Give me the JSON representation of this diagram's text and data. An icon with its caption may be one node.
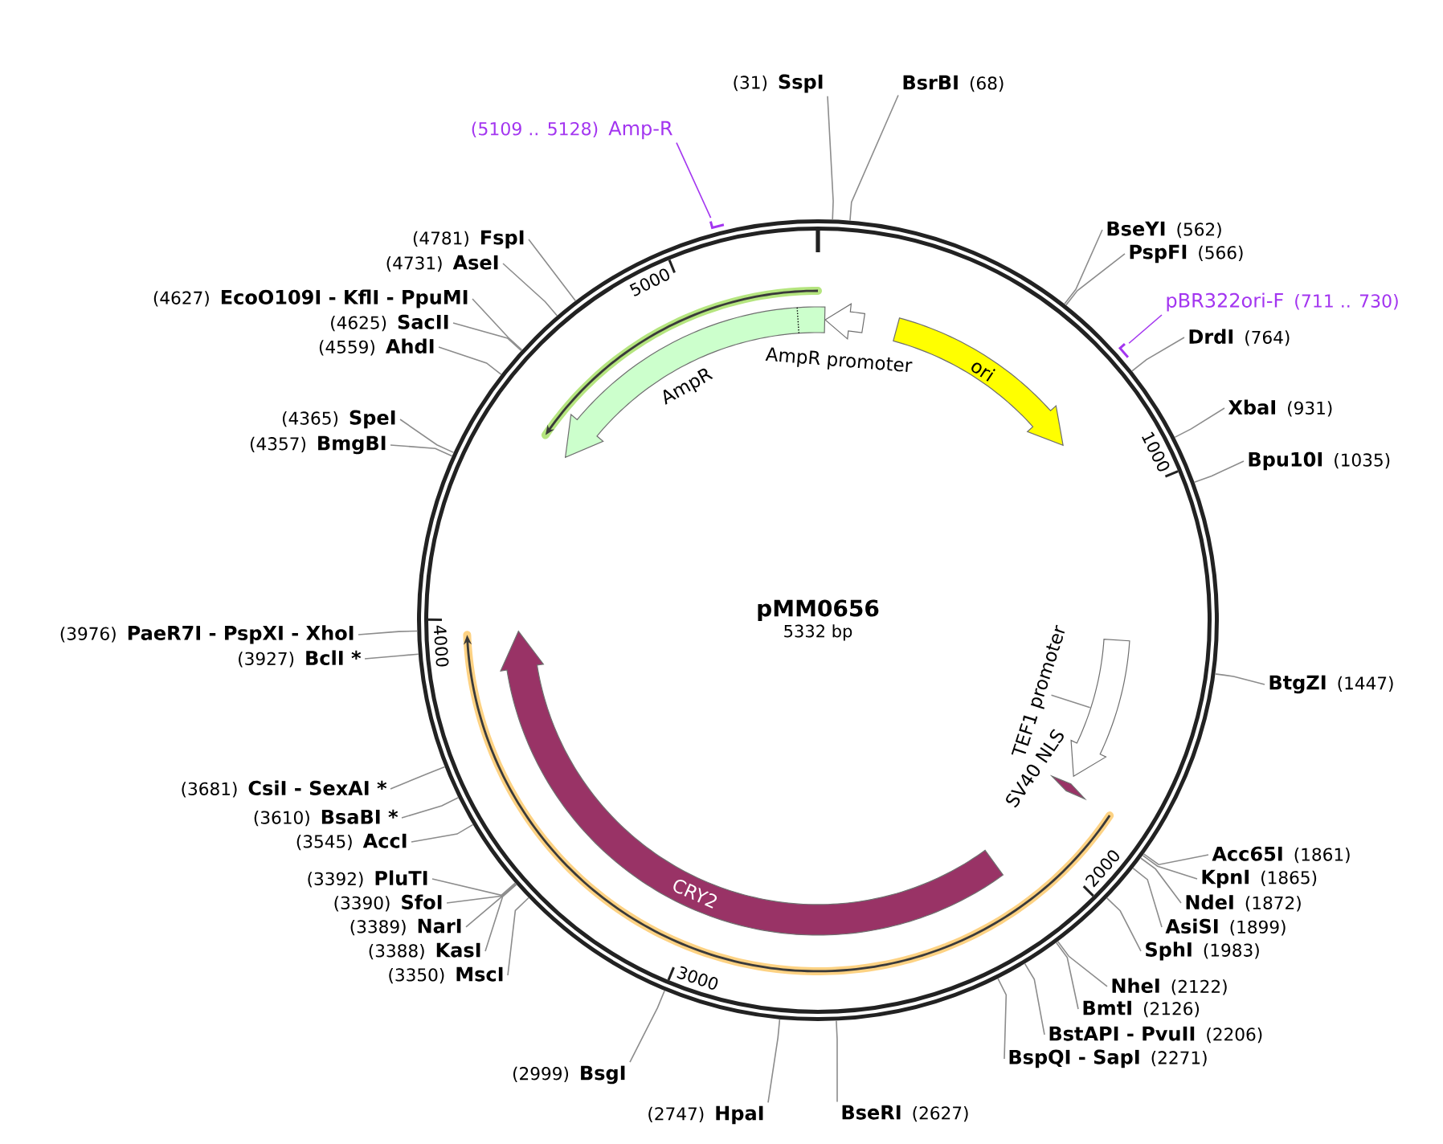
{
  "diagram": {
    "nodes": [
      {
        "text": [
          "pMM0656",
          "5332 bp"
        ]
      },
      {
        "text": [
          "AmpR"
        ],
        "in": 0
      },
      {
        "text": [
          "AmpR promoter"
        ],
        "in": 0
      },
      {
        "text": [
          "ori"
        ],
        "in": 0
      },
      {
        "text": [
          "TEF1 promoter"
        ],
        "in": 0
      },
      {
        "text": [],
        "shape": "arrow",
        "in": 0
      },
      {
        "text": [
          "SV40 NLS"
        ],
        "in": 0
      },
      {
        "text": [
          "CRY2"
        ],
        "in": 0
      },
      {
        "text": [
          "(5109 .. 5128)",
          "Amp-R"
        ]
      },
      {
        "text": [],
        "shape": "bar"
      },
      {
        "text": [
          "pBR322ori-F",
          "(711 .. 730)"
        ]
      },
      {
        "text": [],
        "shape": "bar"
      },
      {
        "text": [
          "(31)",
          "SspI"
        ]
      },
      {
        "text": [
          "BsrBI",
          "(68)"
        ]
      },
      {
        "text": [
          "BseYI",
          "(562)"
        ]
      },
      {
        "text": [
          "PspFI",
          "(566)"
        ]
      },
      {
        "text": [
          "DrdI",
          "(764)"
        ]
      },
      {
        "text": [
          "XbaI",
          "(931)"
        ]
      },
      {
        "text": [
          "Bpu10I",
          "(1035)"
        ]
      },
      {
        "text": [
          "BtgZI",
          "(1447)"
        ]
      },
      {
        "text": [
          "Acc65I",
          "(1861)"
        ]
      },
      {
        "text": [
          "KpnI",
          "(1865)"
        ]
      },
      {
        "text": [
          "NdeI",
          "(1872)"
        ]
      },
      {
        "text": [
          "AsiSI",
          "(1899)"
        ]
      },
      {
        "text": [
          "SphI",
          "(1983)"
        ]
      },
      {
        "text": [
          "NheI",
          "(2122)"
        ]
      },
      {
        "text": [
          "BmtI",
          "(2126)"
        ]
      },
      {
        "text": [
          "BstAPI - PvuII",
          "(2206)"
        ]
      },
      {
        "text": [
          "BspQI - SapI",
          "(2271)"
        ]
      },
      {
        "text": [
          "BseRI",
          "(2627)"
        ]
      },
      {
        "text": [
          "(2747)",
          "HpaI"
        ]
      },
      {
        "text": [
          "(2999)",
          "BsgI"
        ]
      },
      {
        "text": [
          "(3350)",
          "MscI"
        ]
      },
      {
        "text": [
          "(3388)",
          "KasI"
        ]
      },
      {
        "text": [
          "(3389)",
          "NarI"
        ]
      },
      {
        "text": [
          "(3390)",
          "SfoI"
        ]
      },
      {
        "text": [
          "(3392)",
          "PluTI"
        ]
      },
      {
        "text": [
          "(3545)",
          "AccI"
        ]
      },
      {
        "text": [
          "(3610)",
          "BsaBI *"
        ]
      },
      {
        "text": [
          "(3681)",
          "CsiI - SexAI *"
        ]
      },
      {
        "text": [
          "(3927)",
          "BclI *"
        ]
      },
      {
        "text": [
          "(3976)",
          "PaeR7I - PspXI - XhoI"
        ]
      },
      {
        "text": [
          "(4357)",
          "BmgBI"
        ]
      },
      {
        "text": [
          "(4365)",
          "SpeI"
        ]
      },
      {
        "text": [
          "(4559)",
          "AhdI"
        ]
      },
      {
        "text": [
          "(4625)",
          "SacII"
        ]
      },
      {
        "text": [
          "(4627)",
          "EcoO109I - KflI - PpuMI"
        ]
      },
      {
        "text": [
          "(4731)",
          "AseI"
        ]
      },
      {
        "text": [
          "(4781)",
          "FspI"
        ]
      }
    ],
    "edges": [
      {
        "from": 4,
        "to": 5,
        "arrow": "none"
      },
      {
        "from": 8,
        "to": 9,
        "arrow": "none",
        "color": "#a335f0"
      },
      {
        "from": 10,
        "to": 11,
        "arrow": "none",
        "color": "#a335f0"
      },
      {
        "from": 12,
        "to": 0,
        "arrow": "none"
      },
      {
        "from": 13,
        "to": 0,
        "arrow": "none"
      },
      {
        "from": 14,
        "to": 0,
        "arrow": "none"
      },
      {
        "from": 15,
        "to": 0,
        "arrow": "none"
      },
      {
        "from": 16,
        "to": 0,
        "arrow": "none"
      },
      {
        "from": 17,
        "to": 0,
        "arrow": "none"
      },
      {
        "from": 18,
        "to": 0,
        "arrow": "none"
      },
      {
        "from": 19,
        "to": 0,
        "arrow": "none"
      },
      {
        "from": 20,
        "to": 0,
        "arrow": "none"
      },
      {
        "from": 21,
        "to": 0,
        "arrow": "none"
      },
      {
        "from": 22,
        "to": 0,
        "arrow": "none"
      },
      {
        "from": 23,
        "to": 0,
        "arrow": "none"
      },
      {
        "from": 24,
        "to": 0,
        "arrow": "none"
      },
      {
        "from": 25,
        "to": 0,
        "arrow": "none"
      },
      {
        "from": 26,
        "to": 0,
        "arrow": "none"
      },
      {
        "from": 27,
        "to": 0,
        "arrow": "none"
      },
      {
        "from": 28,
        "to": 0,
        "arrow": "none"
      },
      {
        "from": 29,
        "to": 0,
        "arrow": "none"
      },
      {
        "from": 30,
        "to": 0,
        "arrow": "none"
      },
      {
        "from": 31,
        "to": 0,
        "arrow": "none"
      },
      {
        "from": 32,
        "to": 0,
        "arrow": "none"
      },
      {
        "from": 33,
        "to": 0,
        "arrow": "none"
      },
      {
        "from": 34,
        "to": 0,
        "arrow": "none"
      },
      {
        "from": 35,
        "to": 0,
        "arrow": "none"
      },
      {
        "from": 36,
        "to": 0,
        "arrow": "none"
      },
      {
        "from": 37,
        "to": 0,
        "arrow": "none"
      },
      {
        "from": 38,
        "to": 0,
        "arrow": "none"
      },
      {
        "from": 39,
        "to": 0,
        "arrow": "none"
      },
      {
        "from": 40,
        "to": 0,
        "arrow": "none"
      },
      {
        "from": 41,
        "to": 0,
        "arrow": "none"
      },
      {
        "from": 42,
        "to": 0,
        "arrow": "none"
      },
      {
        "from": 43,
        "to": 0,
        "arrow": "none"
      },
      {
        "from": 44,
        "to": 0,
        "arrow": "none"
      },
      {
        "from": 45,
        "to": 0,
        "arrow": "none"
      },
      {
        "from": 46,
        "to": 0,
        "arrow": "none"
      },
      {
        "from": 47,
        "to": 0,
        "arrow": "none"
      },
      {
        "from": 48,
        "to": 0,
        "arrow": "none"
      }
    ],
    "labels": [
      "1000",
      "2000",
      "3000",
      "4000",
      "5000"
    ]
  }
}
